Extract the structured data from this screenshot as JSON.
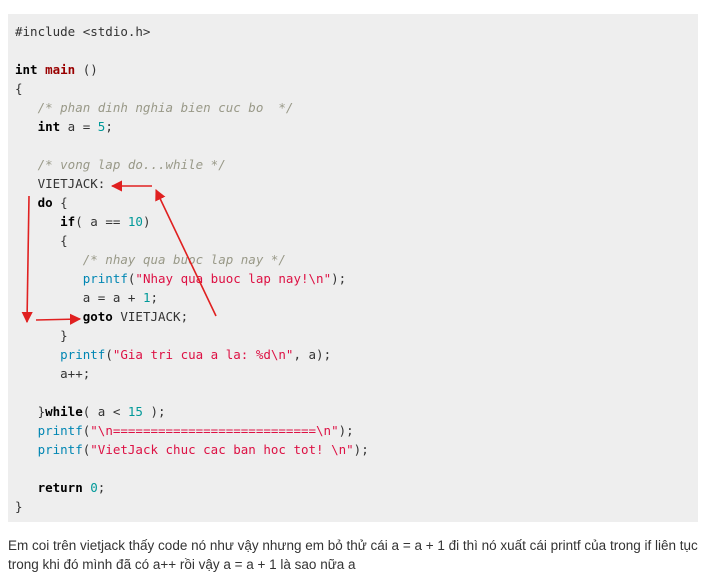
{
  "code": {
    "lines": [
      "#include <stdio.h>",
      "",
      "int main ()",
      "{",
      "   /* phan dinh nghia bien cuc bo  */",
      "   int a = 5;",
      "",
      "   /* vong lap do...while */",
      "   VIETJACK:",
      "   do {",
      "      if( a == 10)",
      "      {",
      "         /* nhay qua buoc lap nay */",
      "         printf(\"Nhay qua buoc lap nay!\\n\");",
      "         a = a + 1;",
      "         goto VIETJACK;",
      "      }",
      "      printf(\"Gia tri cua a la: %d\\n\", a);",
      "      a++;",
      "",
      "   }while( a < 15 );",
      "   printf(\"\\n===========================\\n\");",
      "   printf(\"VietJack chuc cac ban hoc tot! \\n\");",
      "",
      "   return 0;",
      "}"
    ]
  },
  "question": {
    "text": "Em coi trên vietjack thấy code nó như vậy nhưng em bỏ thử cái a = a + 1 đi thì nó xuất cái printf của trong if liên tục trong khi đó mình đã có a++ rồi vậy a = a + 1 là sao nữa a"
  },
  "colors": {
    "code_background": "#eeeeee",
    "arrow": "#e02020",
    "keyword": "#000000",
    "function_name": "#990000",
    "comment": "#999988",
    "string": "#dd1144",
    "number": "#009999"
  }
}
